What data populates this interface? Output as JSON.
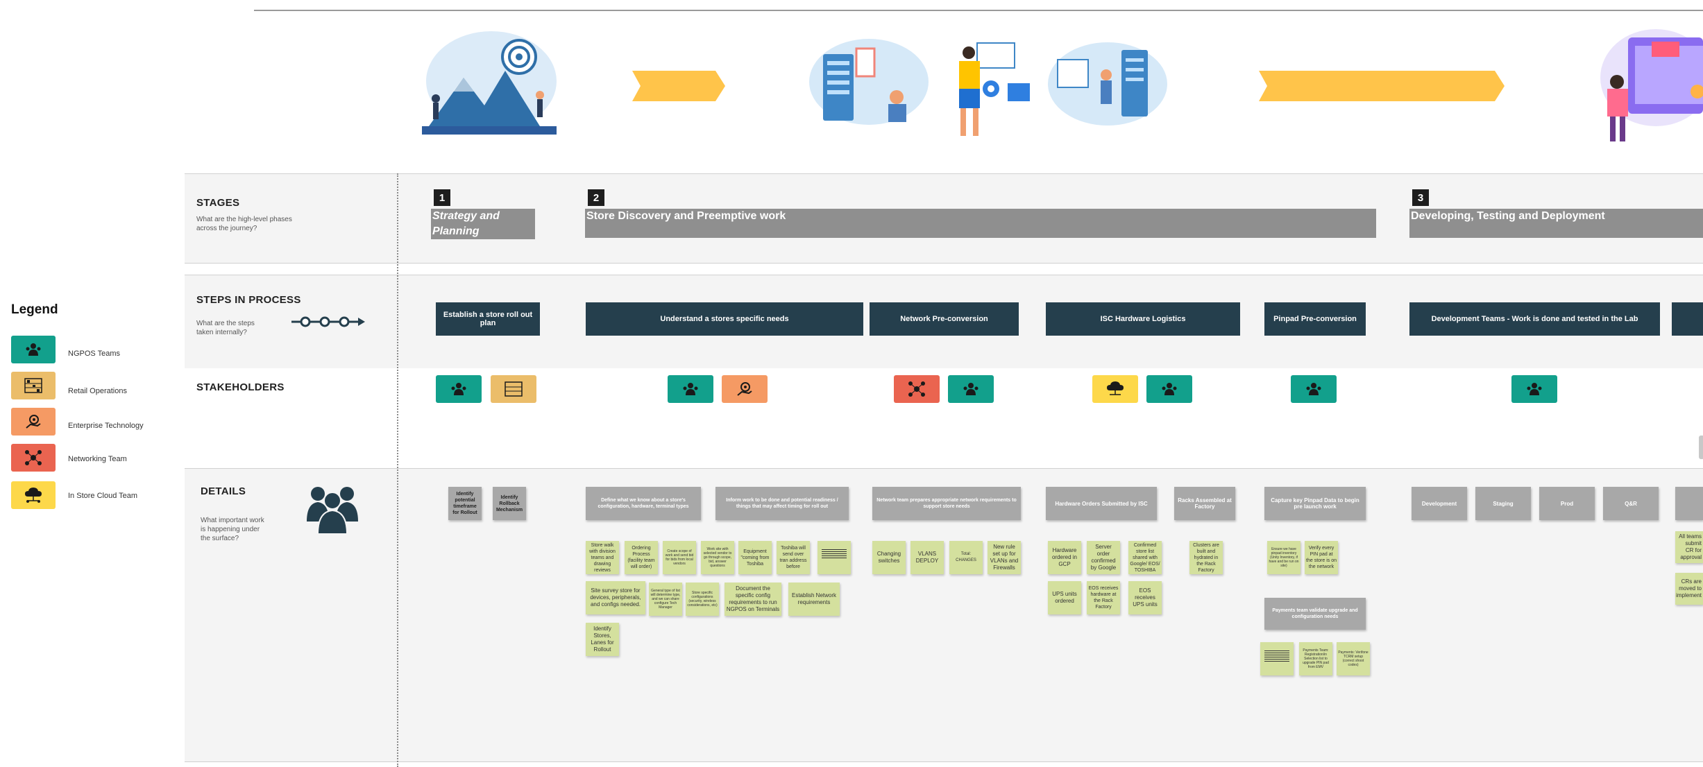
{
  "lanes": {
    "stages": {
      "title": "STAGES",
      "sub": "What are the high-level phases across the journey?"
    },
    "steps": {
      "title": "STEPS IN PROCESS",
      "sub": "What are the steps taken internally?"
    },
    "stakeholders": {
      "title": "STAKEHOLDERS"
    },
    "details": {
      "title": "DETAILS",
      "sub": "What important work is happening under the surface?"
    }
  },
  "legend": {
    "title": "Legend",
    "items": [
      {
        "label": "NGPOS Teams",
        "color": "#12a08c",
        "icon": "team-icon"
      },
      {
        "label": "Retail Operations",
        "color": "#ebbd6a",
        "icon": "store-shelves-icon"
      },
      {
        "label": "Enterprise Technology",
        "color": "#f59a64",
        "icon": "hand-gear-icon"
      },
      {
        "label": "Networking Team",
        "color": "#ea6450",
        "icon": "network-people-icon"
      },
      {
        "label": "In Store Cloud Team",
        "color": "#fdd84a",
        "icon": "cloud-network-icon"
      }
    ]
  },
  "stages": [
    {
      "num": "1",
      "title": "Strategy and Planning"
    },
    {
      "num": "2",
      "title": "Store Discovery and Preemptive work"
    },
    {
      "num": "3",
      "title": "Developing, Testing and Deployment"
    }
  ],
  "steps": [
    "Establish a store roll out plan",
    "Understand a stores specific needs",
    "Network Pre-conversion",
    "ISC Hardware Logistics",
    "Pinpad Pre-conversion",
    "Development Teams - Work is done and tested in the Lab"
  ],
  "details": {
    "strategy": [
      "Identify potential timeframe for Rollout",
      "Identify Rollback Mechanism"
    ],
    "define_header": "Define what we know about a store's configuration, hardware, terminal types",
    "inform_header": "Inform work to be done and potential readiness / things that may affect timing for roll out",
    "network_header": "Network team prepares appropriate network requirements to support store needs",
    "hardware_header": "Hardware Orders Submitted by ISC",
    "racks_header": "Racks Assembled at Factory",
    "pinpad_header": "Capture key Pinpad Data to begin pre launch work",
    "payments_header": "Payments team validate upgrade and configuration needs",
    "dev_stages": [
      "Development",
      "Staging",
      "Prod",
      "Q&R"
    ],
    "notes": {
      "store_walk": "Store walk with division teams and drawing reviews",
      "ordering": "Ordering Process (facility team will order)",
      "scope": "Create scope of work and send bid for bids from local vendors",
      "verify_vendors": "Work site with selected vendor to go through scope, bid, answer questions",
      "equipment": "Equipment \"coming from Toshiba",
      "toshiba": "Toshiba will send over tran address before",
      "site_survey": "Site survey store for devices, peripherals, and configs needed.",
      "general_type": "General type of list will determine type, and we can share configure Tech Manager",
      "store_specific": "Store specific configurations (security, wireless considerations, etc)",
      "document": "Document the specific config requirements to run NGPOS on Terminals",
      "establish_net": "Establish Network requirements",
      "identify_stores": "Identify Stores, Lanes for Rollout",
      "changing_switches": "Changing switches",
      "vlans": "VLANS DEPLOY",
      "total": "Total: CHANGES",
      "new_rule": "New rule set up for VLANs and Firewalls",
      "hw_gcp": "Hardware ordered in GCP",
      "server_order": "Server order confirmed by Google",
      "confirmed": "Confirmed store list shared with Google/ EOS/ TOSHIBA",
      "ups_ordered": "UPS units ordered",
      "eos_hw": "EOS receives hardware at the Rack Factory",
      "eos_ups": "EOS receives UPS units",
      "clusters": "Clusters are built and hydrated in the Rack Factory",
      "ensure_pinpad": "Ensure we have pinpad inventory (Unity Inventory, if have and be run on site)",
      "verify_pin": "Verify every PIN pad at the store is on the network",
      "payments_team": "Payments Team: Registration/in Selection list to upgrade PIN pad from EMV",
      "payments_verifone": "Payments: Verifone TCRM setup (correct shoot codes)",
      "all_teams": "All teams submit CR for approval",
      "crs_moved": "CRs are moved to implement"
    }
  }
}
